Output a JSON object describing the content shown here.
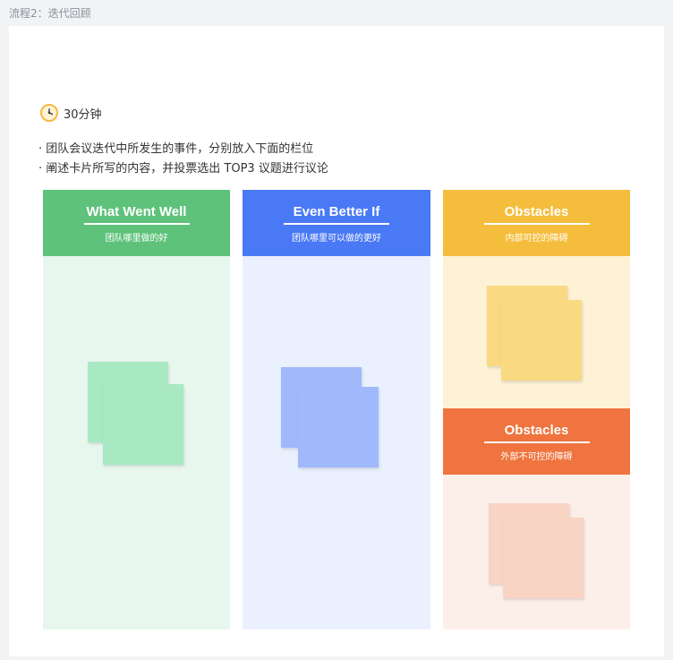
{
  "page": {
    "label": "流程2：迭代回顾"
  },
  "timer": {
    "text": "30分钟",
    "icon": "clock-icon"
  },
  "instructions": [
    "· 团队会议迭代中所发生的事件，分别放入下面的栏位",
    "· 阐述卡片所写的内容，并投票选出 TOP3 议题进行议论"
  ],
  "columns": {
    "went_well": {
      "title": "What Went Well",
      "subtitle": "团队哪里做的好",
      "header_color": "#5ec27b",
      "body_color": "#e8f7ee",
      "note_color": "#a8e8c3"
    },
    "even_better": {
      "title": "Even Better If",
      "subtitle": "团队哪里可以做的更好",
      "header_color": "#4979f5",
      "body_color": "#eaf0fd",
      "note_color": "#a0b9fb"
    },
    "obstacles_internal": {
      "title": "Obstacles",
      "subtitle": "内部可控的障碍",
      "header_color": "#f5bd3c",
      "body_color": "#fdf2d6",
      "note_color": "#f9d982"
    },
    "obstacles_external": {
      "title": "Obstacles",
      "subtitle": "外部不可控的障碍",
      "header_color": "#ef743f",
      "body_color": "#fcefe9",
      "note_color": "#f9d3c4"
    }
  }
}
